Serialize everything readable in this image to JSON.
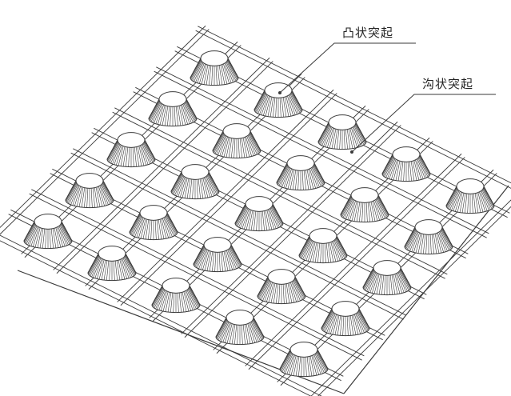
{
  "labels": {
    "convex_protrusion": "凸状突起",
    "groove_protrusion": "沟状突起"
  },
  "colors": {
    "ink": "#3a3a3a",
    "paper": "#ffffff"
  },
  "grid": {
    "rows": 5,
    "cols": 5
  }
}
